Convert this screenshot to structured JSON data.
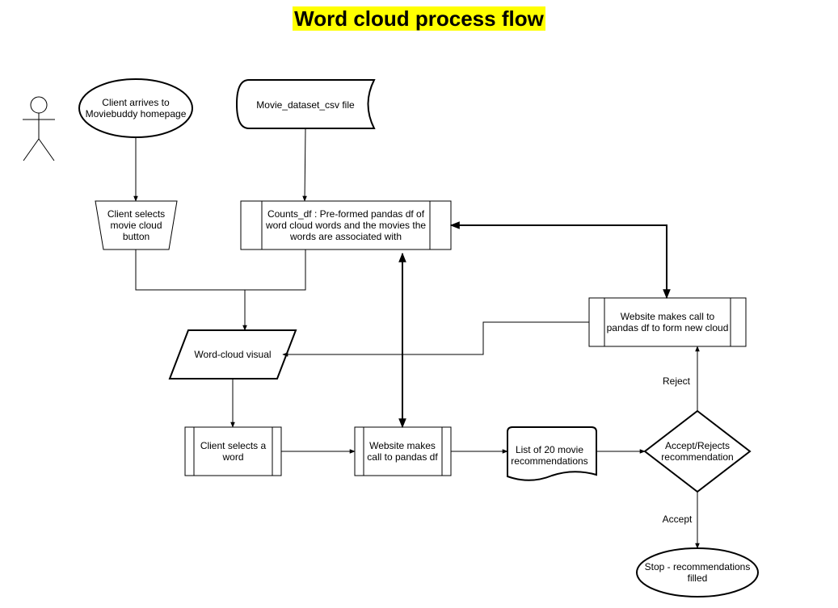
{
  "title": "Word cloud process flow",
  "nodes": {
    "client_arrives": "Client arrives to\nMoviebuddy homepage",
    "dataset_file": "Movie_dataset_csv file",
    "client_selects_button": "Client selects\nmovie cloud\nbutton",
    "counts_df": "Counts_df : Pre-formed pandas df of\nword cloud words and the movies the\nwords are associated with",
    "new_cloud": "Website makes call to\npandas df to form new cloud",
    "word_cloud_visual": "Word-cloud visual",
    "client_selects_word": "Client selects a\nword",
    "website_call": "Website makes\ncall to pandas df",
    "movie_list": "List of 20 movie\nrecommendations",
    "decision": "Accept/Rejects\nrecommendation",
    "stop": "Stop - recommendations\nfilled"
  },
  "edge_labels": {
    "reject": "Reject",
    "accept": "Accept"
  },
  "colors": {
    "title_highlight": "#ffff00",
    "stroke": "#000000",
    "fill": "#ffffff"
  }
}
